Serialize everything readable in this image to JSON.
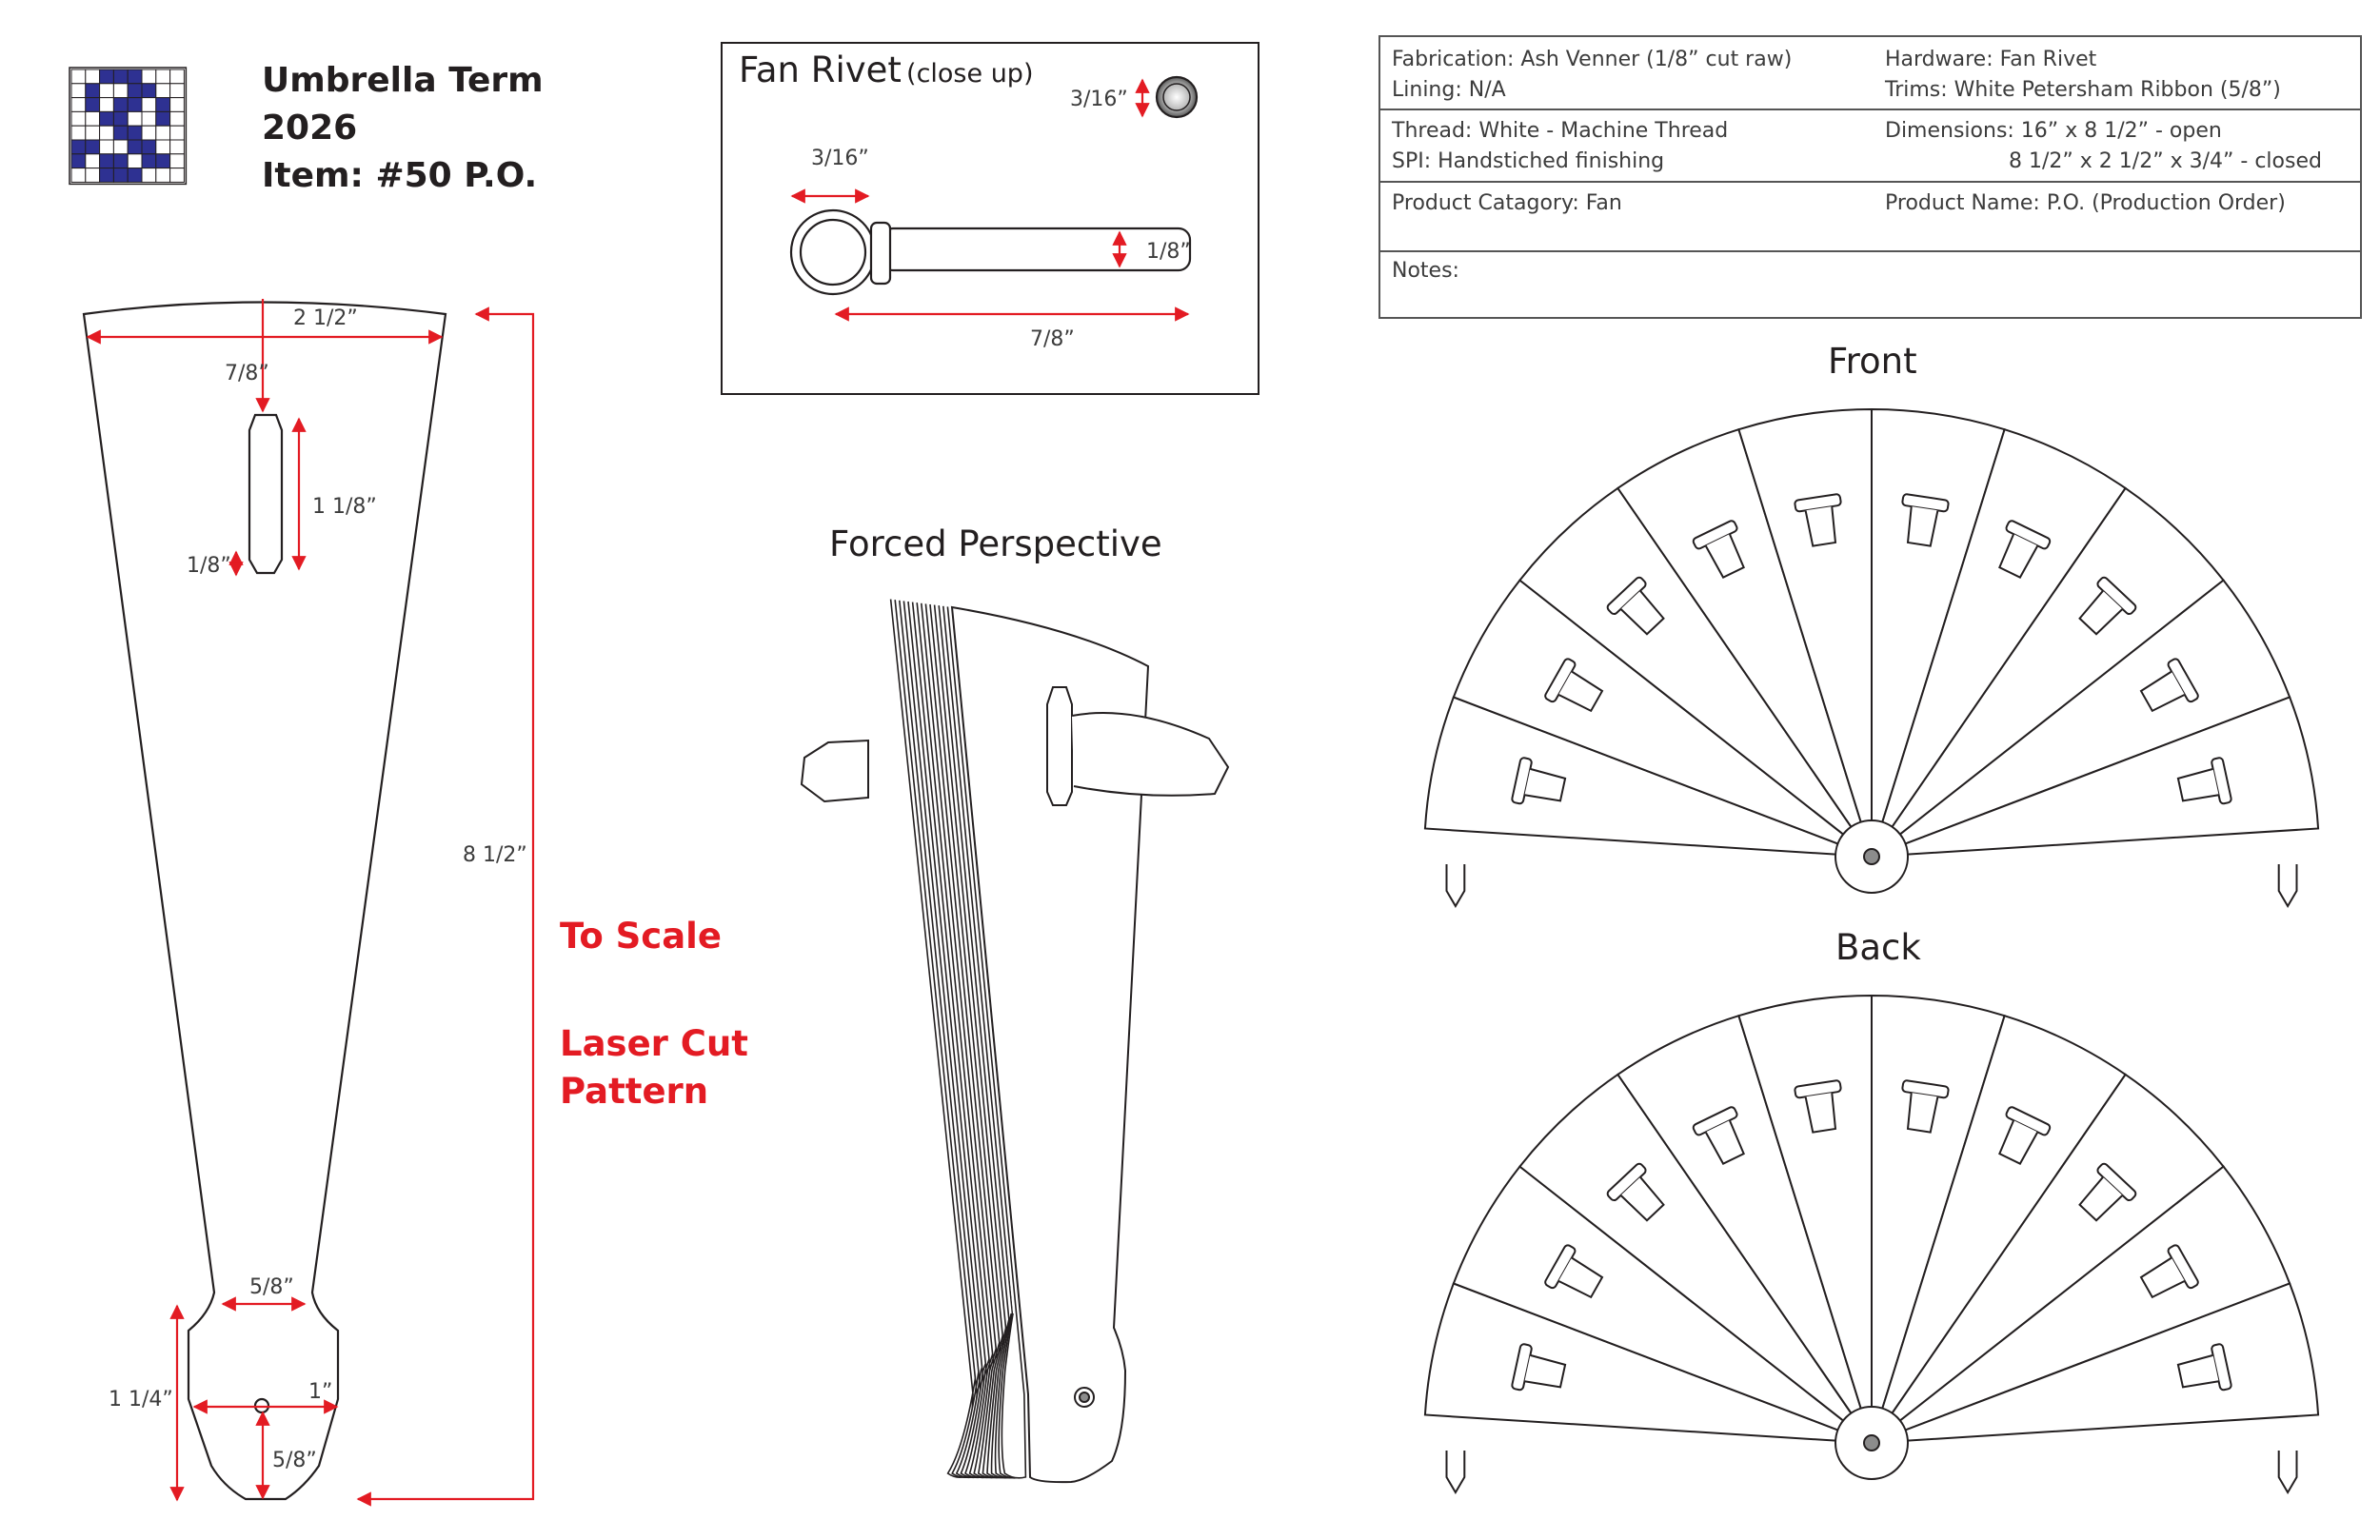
{
  "header": {
    "line1": "Umbrella Term",
    "line2": "2026",
    "line3": "Item: #50 P.O."
  },
  "logo": {
    "icon": "pixel-logo-icon",
    "color": "#2e3192"
  },
  "pattern": {
    "width_top": "2 1/2”",
    "slot_offset": "7/8”",
    "slot_length": "1 1/8”",
    "slot_width": "1/8”",
    "height_total": "8 1/2”",
    "neck_width": "5/8”",
    "head_height": "1 1/4”",
    "head_width": "1”",
    "pivot_offset": "5/8”",
    "scale_note": "To Scale",
    "laser_note_1": "Laser Cut",
    "laser_note_2": "Pattern"
  },
  "rivet": {
    "title": "Fan Rivet",
    "subtitle": "(close up)",
    "cap_size": "3/16”",
    "head_size": "3/16”",
    "shaft_diameter": "1/8”",
    "shaft_length": "7/8”"
  },
  "perspective": {
    "title": "Forced Perspective"
  },
  "views": {
    "front": "Front",
    "back": "Back"
  },
  "specs": {
    "fabrication": "Fabrication: Ash Venner (1/8” cut raw)",
    "lining": "Lining: N/A",
    "hardware": "Hardware: Fan Rivet",
    "trims": "Trims: White Petersham Ribbon (5/8”)",
    "thread": "Thread: White - Machine Thread",
    "spi": "SPI: Handstiched finishing",
    "dimensions_open": "Dimensions: 16” x 8 1/2” - open",
    "dimensions_closed": "8 1/2” x 2 1/2” x 3/4” - closed",
    "category": "Product Catagory: Fan",
    "product_name": "Product Name: P.O. (Production Order)",
    "notes": "Notes:"
  },
  "colors": {
    "accent_red": "#e31b23",
    "line": "#231f20",
    "logo_blue": "#2e3192"
  }
}
